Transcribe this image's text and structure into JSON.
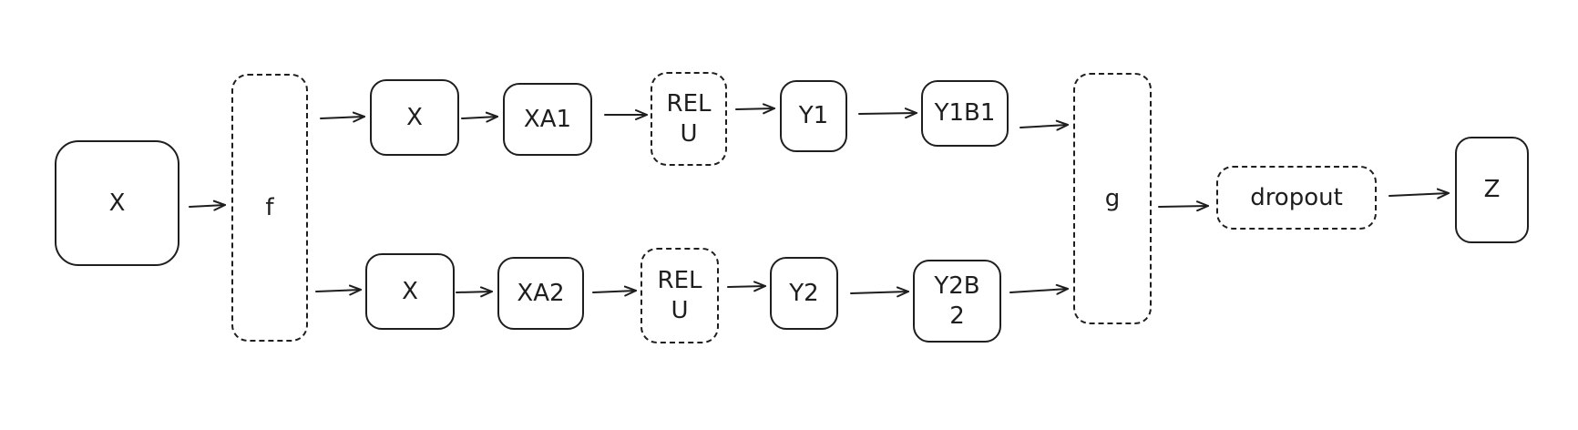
{
  "diagram": {
    "stroke_color": "#1e1e1e",
    "background": "#ffffff",
    "nodes": {
      "input_x": "X",
      "split_f": "f",
      "top_x": "X",
      "top_xa1": "XA1",
      "top_relu": "REL\nU",
      "top_y1": "Y1",
      "top_y1b1": "Y1B1",
      "bottom_x": "X",
      "bottom_xa2": "XA2",
      "bottom_relu": "REL\nU",
      "bottom_y2": "Y2",
      "bottom_y2b2": "Y2B\n2",
      "merge_g": "g",
      "dropout": "dropout",
      "output_z": "Z"
    },
    "edges": [
      [
        "input_x",
        "split_f"
      ],
      [
        "split_f",
        "top_x"
      ],
      [
        "top_x",
        "top_xa1"
      ],
      [
        "top_xa1",
        "top_relu"
      ],
      [
        "top_relu",
        "top_y1"
      ],
      [
        "top_y1",
        "top_y1b1"
      ],
      [
        "top_y1b1",
        "merge_g"
      ],
      [
        "split_f",
        "bottom_x"
      ],
      [
        "bottom_x",
        "bottom_xa2"
      ],
      [
        "bottom_xa2",
        "bottom_relu"
      ],
      [
        "bottom_relu",
        "bottom_y2"
      ],
      [
        "bottom_y2",
        "bottom_y2b2"
      ],
      [
        "bottom_y2b2",
        "merge_g"
      ],
      [
        "merge_g",
        "dropout"
      ],
      [
        "dropout",
        "output_z"
      ]
    ]
  }
}
